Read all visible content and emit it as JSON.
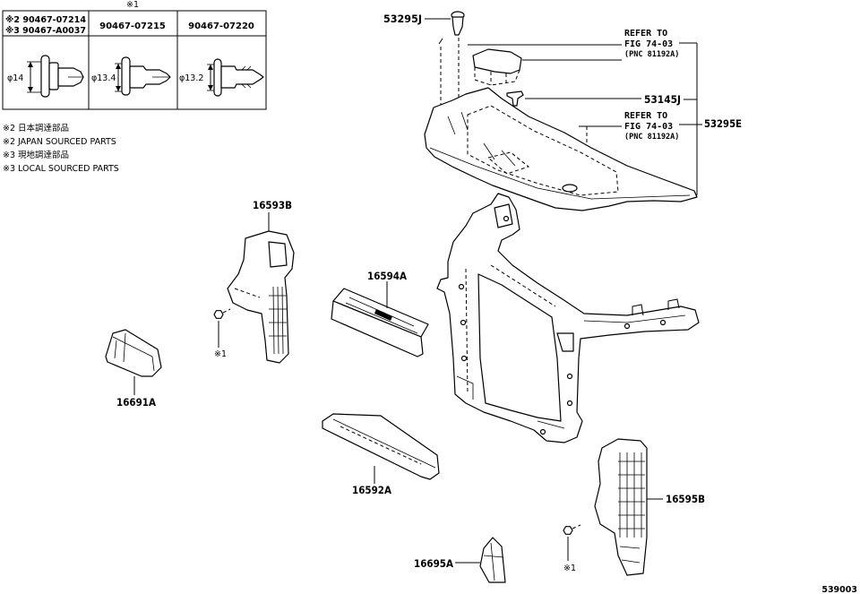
{
  "clip_table": {
    "note_mark": "※1",
    "columns": [
      {
        "line1": "※2 90467-07214",
        "line2": "※3 90467-A0037",
        "diameter": "φ14"
      },
      {
        "line1": "90467-07215",
        "diameter": "φ13.4"
      },
      {
        "line1": "90467-07220",
        "diameter": "φ13.2"
      }
    ]
  },
  "notes": [
    "※2 日本調達部品",
    "※2 JAPAN SOURCED PARTS",
    "※3 現地調達部品",
    "※3 LOCAL SOURCED PARTS"
  ],
  "callouts": {
    "p53295J": "53295J",
    "p53145J": "53145J",
    "p53295E": "53295E",
    "p16593B": "16593B",
    "p16594A": "16594A",
    "p16691A": "16691A",
    "p16592A": "16592A",
    "p16595B": "16595B",
    "p16695A": "16695A"
  },
  "clip_marks": [
    "※1",
    "※1"
  ],
  "references": [
    {
      "line1": "REFER TO",
      "line2": "FIG 74-03",
      "line3": "(PNC 81192A)"
    },
    {
      "line1": "REFER TO",
      "line2": "FIG 74-03",
      "line3": "(PNC 81192A)"
    }
  ],
  "illustration_number": "539003"
}
